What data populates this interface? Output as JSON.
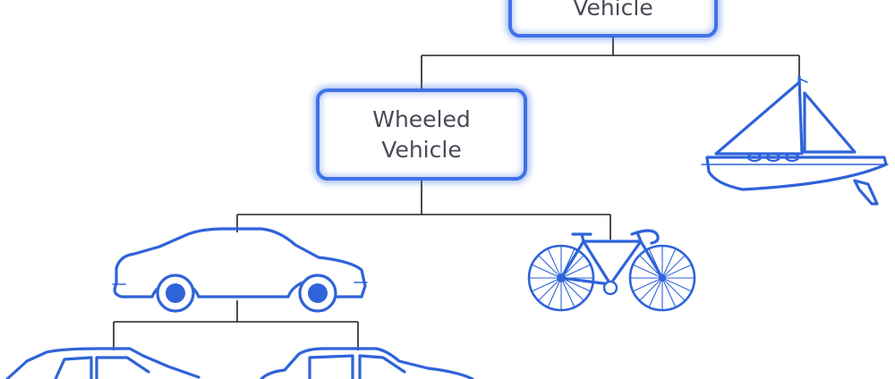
{
  "nodes": {
    "root": {
      "label": "Vehicle"
    },
    "wheeled": {
      "line1": "Wheeled",
      "line2": "Vehicle"
    }
  },
  "icons": {
    "boat": "sailboat-icon",
    "car": "sedan-car-icon",
    "bicycle": "bicycle-icon",
    "hatchback": "hatchback-car-icon",
    "saloon": "saloon-car-icon"
  },
  "colors": {
    "accent": "#3f72e8",
    "line": "#222222",
    "text": "#4a4a55"
  }
}
